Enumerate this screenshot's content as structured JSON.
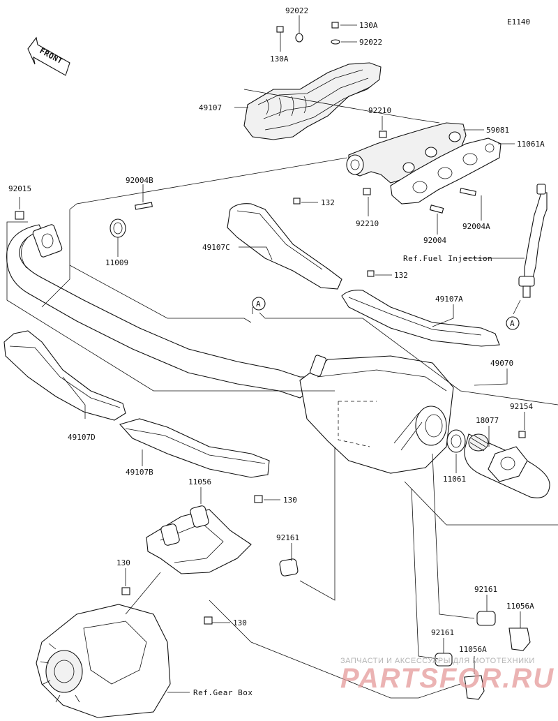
{
  "diagram_code": "E1140",
  "front_marker": "FRONT",
  "callout_letter": "A",
  "part_labels": {
    "p92022_top": "92022",
    "p130A_top": "130A",
    "p130A_left": "130A",
    "p92022_right": "92022",
    "p49107": "49107",
    "p92210_top": "92210",
    "p59081": "59081",
    "p11061A": "11061A",
    "p92015": "92015",
    "p92004B": "92004B",
    "p11009": "11009",
    "p132_top": "132",
    "p92210_bottom": "92210",
    "p92004": "92004",
    "p92004A": "92004A",
    "p49107C": "49107C",
    "p132_mid": "132",
    "p49107A": "49107A",
    "p49070": "49070",
    "p92154": "92154",
    "p18077": "18077",
    "p11061": "11061",
    "p49107D": "49107D",
    "p49107B": "49107B",
    "p11056": "11056",
    "p130_right": "130",
    "p92161_mid": "92161",
    "p130_left": "130",
    "p130_bottom": "130",
    "p92161_right": "92161",
    "p11056A_right": "11056A",
    "p92161_low": "92161",
    "p11056A_low": "11056A"
  },
  "references": {
    "fuel_injection": "Ref.Fuel Injection",
    "gear_box": "Ref.Gear Box"
  },
  "watermark": {
    "line1": "ЗАПЧАСТИ И АКСЕССУАРЫ ДЛЯ МОТОТЕХНИКИ",
    "line2": "PARTSFOR.RU"
  }
}
